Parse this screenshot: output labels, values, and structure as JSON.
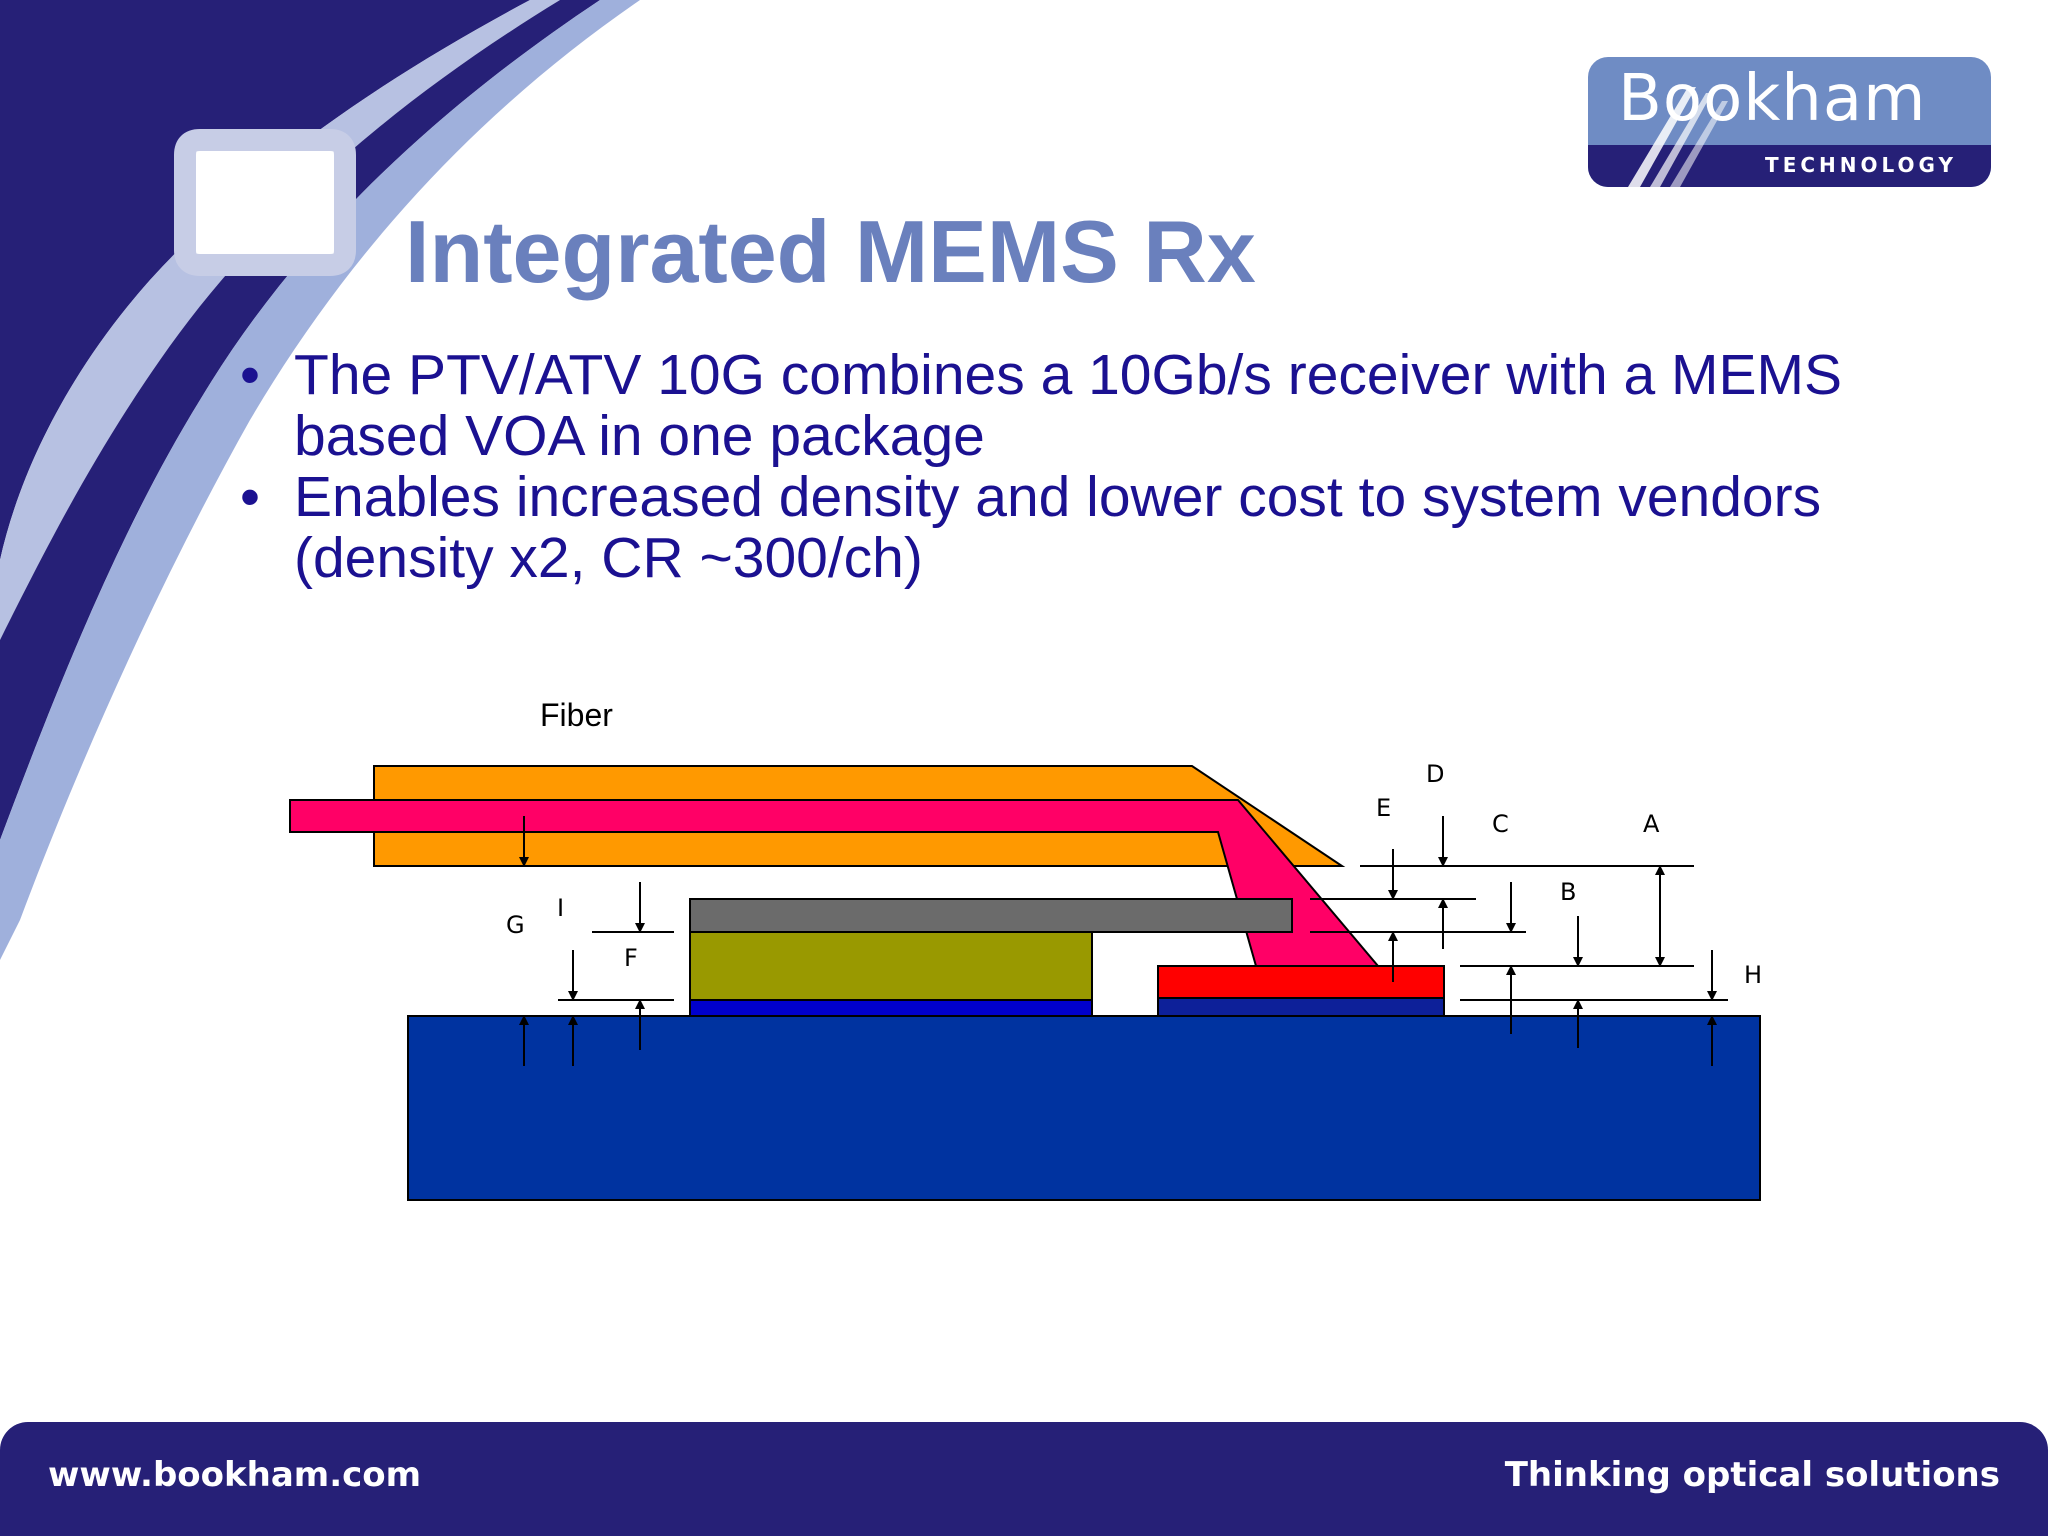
{
  "slide": {
    "title": "Integrated MEMS Rx",
    "bullets": [
      {
        "text": "The PTV/ATV 10G combines a 10Gb/s receiver with a MEMS based VOA in one package"
      },
      {
        "text": "Enables increased density and lower cost to system vendors (density x2, CR ~300/ch)"
      }
    ],
    "bullet_glyph": "•"
  },
  "logo": {
    "name": "Bookham",
    "subtitle": "TECHNOLOGY"
  },
  "diagram": {
    "fiber_label": "Fiber",
    "dimension_labels": {
      "A": "A",
      "B": "B",
      "C": "C",
      "D": "D",
      "E": "E",
      "F": "F",
      "G": "G",
      "H": "H",
      "I": "I"
    }
  },
  "footer": {
    "url": "www.bookham.com",
    "tagline": "Thinking optical solutions"
  },
  "colors": {
    "navy": "#262077",
    "title_blue": "#6a80bd",
    "text_blue": "#1b1191",
    "fiber_orange": "#ff9900",
    "fiber_core_pink": "#ff0066",
    "mems_gray": "#6b6b6b",
    "olive": "#999900",
    "red": "#ff0000",
    "substrate_blue": "#0033a0",
    "base_blue": "#0000cc"
  }
}
